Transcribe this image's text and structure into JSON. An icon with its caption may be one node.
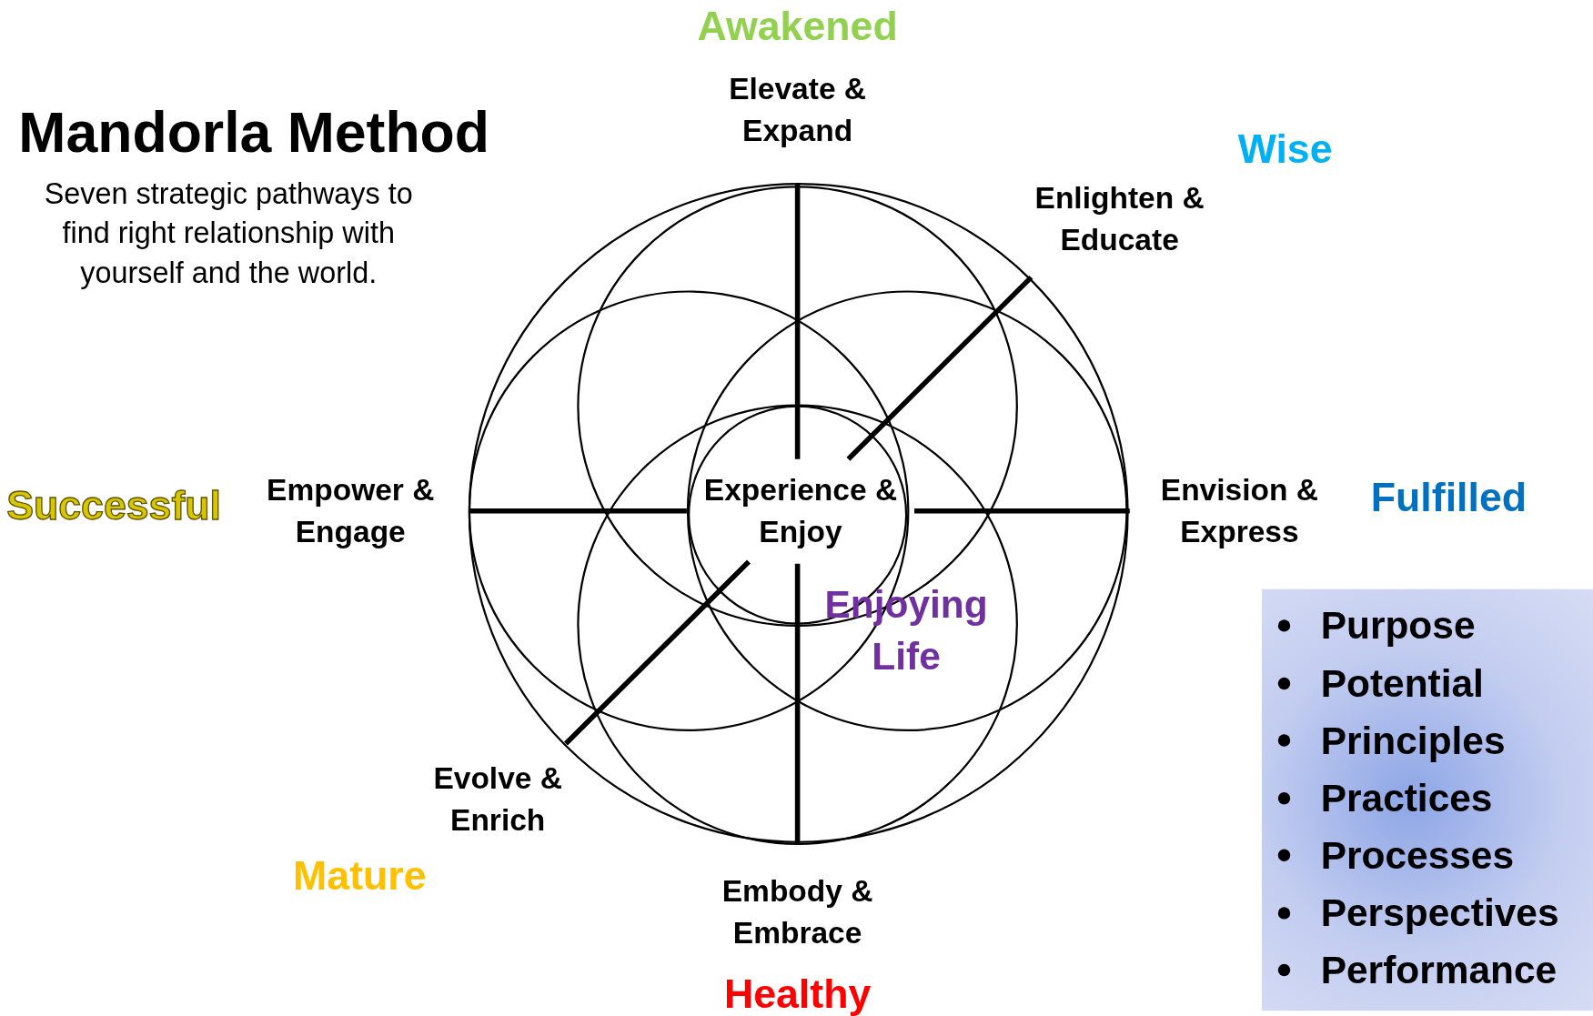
{
  "diagram": {
    "title": "Mandorla Method",
    "nodes": [
      {
        "text": [
          "Purpose",
          "Potential",
          "Principles",
          "Practices",
          "Processes",
          "Perspectives",
          "Performance"
        ]
      }
    ],
    "labels": [
      "Awakened",
      "Elevate & Expand",
      "Wise",
      "Seven strategic pathways to find right relationship with yourself and the world.",
      "Enlighten & Educate",
      "Successful",
      "Empower & Engage",
      "Experience & Enjoy",
      "Envision & Express",
      "Fulfilled",
      "Enjoying Life",
      "Evolve & Enrich",
      "Mature",
      "Embody & Embrace",
      "Healthy"
    ]
  }
}
